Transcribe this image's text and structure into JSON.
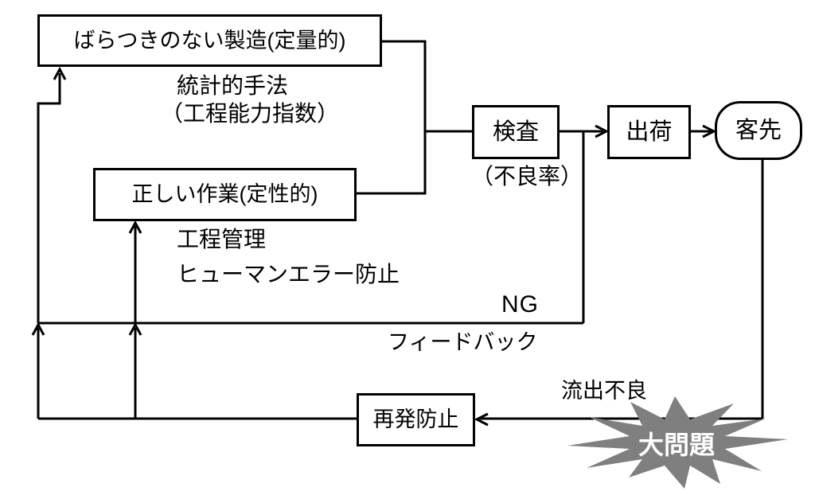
{
  "colors": {
    "line": "#000000",
    "background": "#ffffff",
    "burst_fill": "#7f7f7f",
    "burst_text_color": "#ffffff"
  },
  "nodes": {
    "manufacturing": "ばらつきのない製造(定量的)",
    "correct_work": "正しい作業(定性的)",
    "inspection": "検査",
    "shipping": "出荷",
    "customer": "客先",
    "recurrence_prevention": "再発防止"
  },
  "annotations": {
    "statistical_method": "統計的手法",
    "process_capability_index": "（工程能力指数）",
    "defect_rate": "（不良率）",
    "process_management": "工程管理",
    "human_error_prevention": "ヒューマンエラー防止",
    "ng": "NG",
    "feedback": "フィードバック",
    "outflow_defect": "流出不良",
    "big_problem": "大問題"
  }
}
